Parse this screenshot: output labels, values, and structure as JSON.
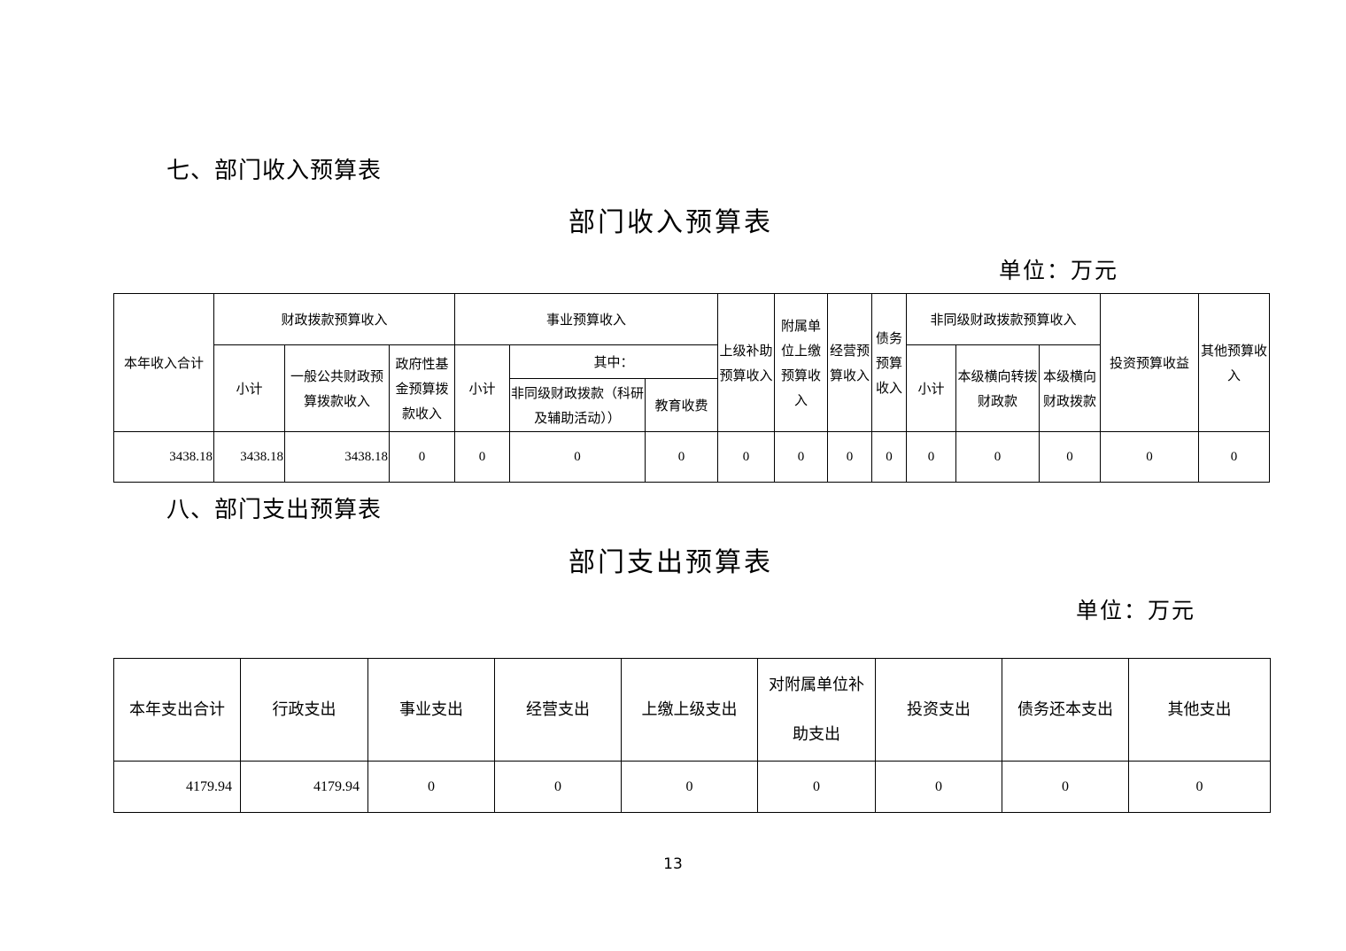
{
  "section7": {
    "heading": "七、部门收入预算表",
    "table_title": "部门收入预算表",
    "unit": "单位：万元",
    "headers": {
      "total": "本年收入合计",
      "fiscal": "财政拨款预算收入",
      "fiscal_subtotal": "小计",
      "fiscal_general": "一般公共财政预算拨款收入",
      "fiscal_fund": "政府性基金预算拨款收入",
      "business": "事业预算收入",
      "business_subtotal": "小计",
      "business_of_which": "其中：",
      "business_nonfiscal": "非同级财政拨款（科研及辅助活动））",
      "business_edu": "教育收费",
      "superior_subsidy": "上级补助预算收入",
      "affiliated": "附属单位上缴预算收入",
      "operating": "经营预算收入",
      "debt": "债务预算收入",
      "nonsame": "非同级财政拨款预算收入",
      "nonsame_subtotal": "小计",
      "nonsame_horizontal": "本级横向转拨财政款",
      "nonsame_horizontal2": "本级横向财政拨款",
      "investment": "投资预算收益",
      "other": "其他预算收入"
    },
    "row": [
      "3438.18",
      "3438.18",
      "3438.18",
      "0",
      "0",
      "0",
      "0",
      "0",
      "0",
      "0",
      "0",
      "0",
      "0",
      "0",
      "0",
      "0"
    ]
  },
  "section8": {
    "heading": "八、部门支出预算表",
    "table_title": "部门支出预算表",
    "unit": "单位：万元",
    "headers": [
      "本年支出合计",
      "行政支出",
      "事业支出",
      "经营支出",
      "上缴上级支出",
      "对附属单位补助支出",
      "投资支出",
      "债务还本支出",
      "其他支出"
    ],
    "row": [
      "4179.94",
      "4179.94",
      "0",
      "0",
      "0",
      "0",
      "0",
      "0",
      "0"
    ]
  },
  "page_number": "13"
}
